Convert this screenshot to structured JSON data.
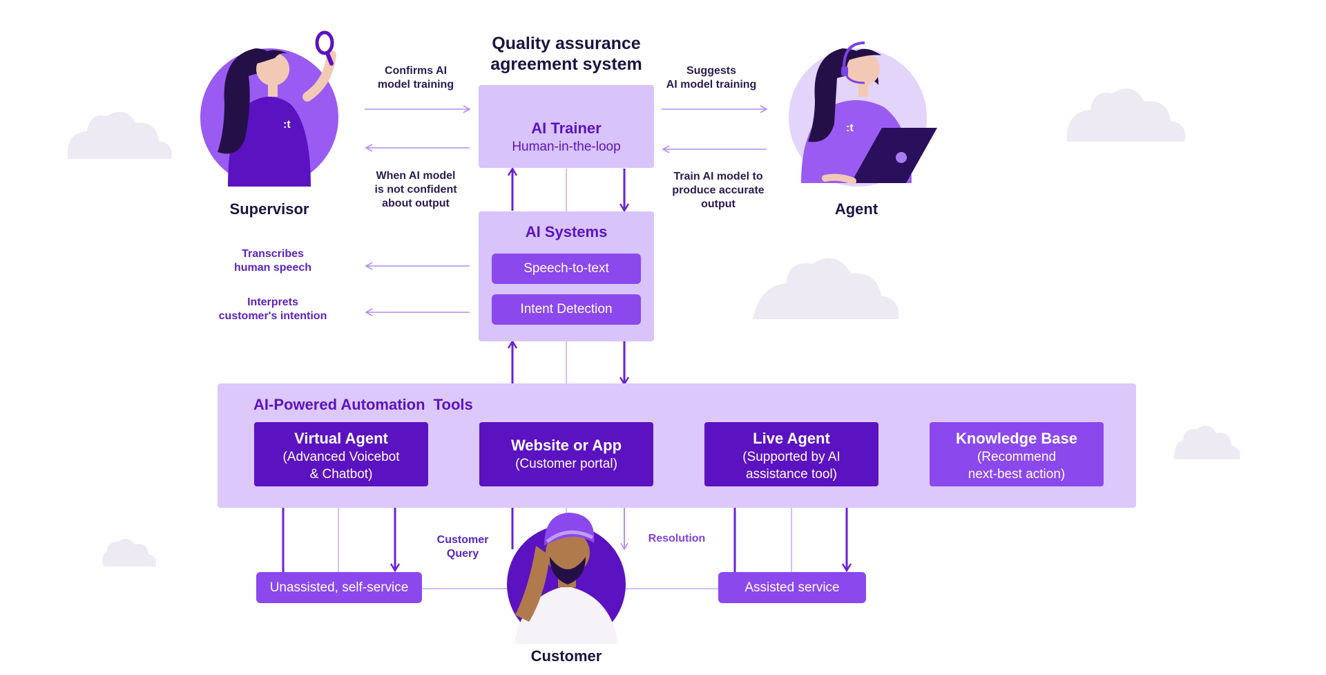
{
  "header": {
    "title_line1": "Quality assurance",
    "title_line2": "agreement system"
  },
  "people": {
    "supervisor": "Supervisor",
    "agent": "Agent",
    "customer": "Customer"
  },
  "trainer": {
    "title": "AI Trainer",
    "subtitle": "Human-in-the-loop"
  },
  "systems": {
    "title": "AI Systems",
    "items": [
      "Speech-to-text",
      "Intent Detection"
    ]
  },
  "annotations": {
    "confirms": [
      "Confirms AI",
      "model training"
    ],
    "suggests": [
      "Suggests",
      "AI model training"
    ],
    "not_confident": [
      "When AI model",
      "is not confident",
      "about output"
    ],
    "train_model": [
      "Train AI model to",
      "produce accurate",
      "output"
    ],
    "transcribes": [
      "Transcribes",
      "human speech"
    ],
    "interprets": [
      "Interprets",
      "customer's intention"
    ],
    "customer_query": [
      "Customer",
      "Query"
    ],
    "resolution": "Resolution"
  },
  "tools": {
    "title": "AI-Powered Automation  Tools",
    "cards": [
      {
        "title": "Virtual Agent",
        "lines": [
          "(Advanced Voicebot",
          "& Chatbot)"
        ]
      },
      {
        "title": "Website or App",
        "lines": [
          "(Customer portal)"
        ]
      },
      {
        "title": "Live Agent",
        "lines": [
          "(Supported by AI",
          "assistance tool)"
        ]
      },
      {
        "title": "Knowledge Base",
        "lines": [
          "(Recommend",
          "next-best action)"
        ]
      }
    ]
  },
  "service": {
    "unassisted": "Unassisted, self-service",
    "assisted": "Assisted service"
  },
  "colors": {
    "dark": "#5b12c0",
    "mid": "#8b48ec",
    "light": "#d8c3fb",
    "line": "#b48cf2",
    "arrow": "#6a1fd6"
  },
  "icons": [
    "brain-icon",
    "magnifier-icon",
    "headset-icon",
    "laptop-icon",
    "cloud-icon"
  ]
}
